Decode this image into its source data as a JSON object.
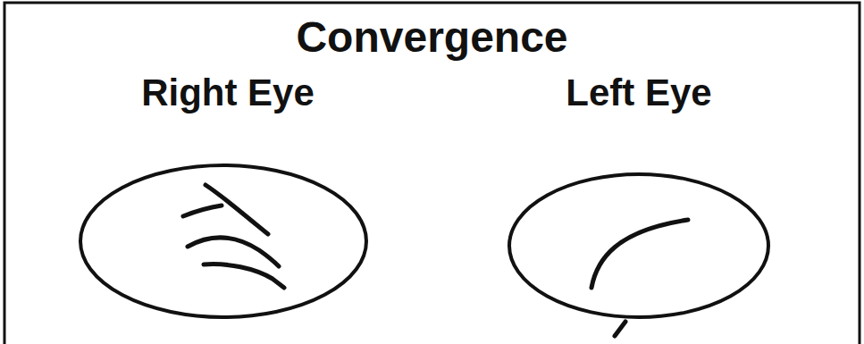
{
  "diagram": {
    "title": "Convergence",
    "nodes": [
      {
        "text": [
          "Right Eye"
        ]
      },
      {
        "text": [
          "Left Eye"
        ]
      }
    ]
  }
}
